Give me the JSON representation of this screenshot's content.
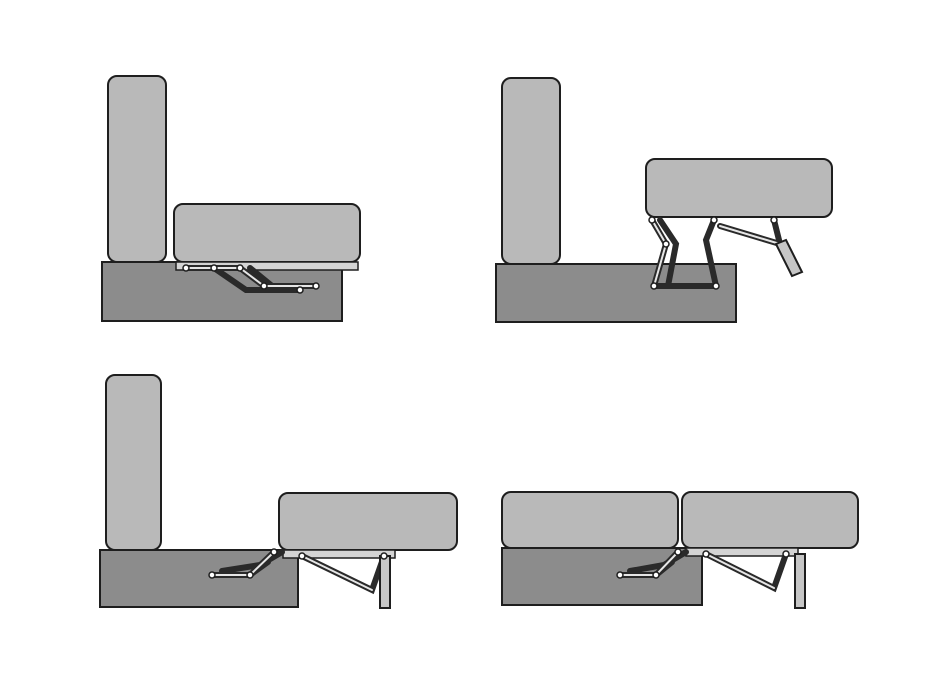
{
  "figure": {
    "panels": [
      {
        "id": "panel-1",
        "state": "folded-sofa"
      },
      {
        "id": "panel-2",
        "state": "seat-lifted"
      },
      {
        "id": "panel-3",
        "state": "seat-extended"
      },
      {
        "id": "panel-4",
        "state": "bed-unfolded"
      }
    ],
    "colors": {
      "background": "#ffffff",
      "base": "#8c8c8c",
      "cushion": "#b9b9b9",
      "outline": "#1e1e1e",
      "mechanism": "#2a2a2a"
    }
  }
}
